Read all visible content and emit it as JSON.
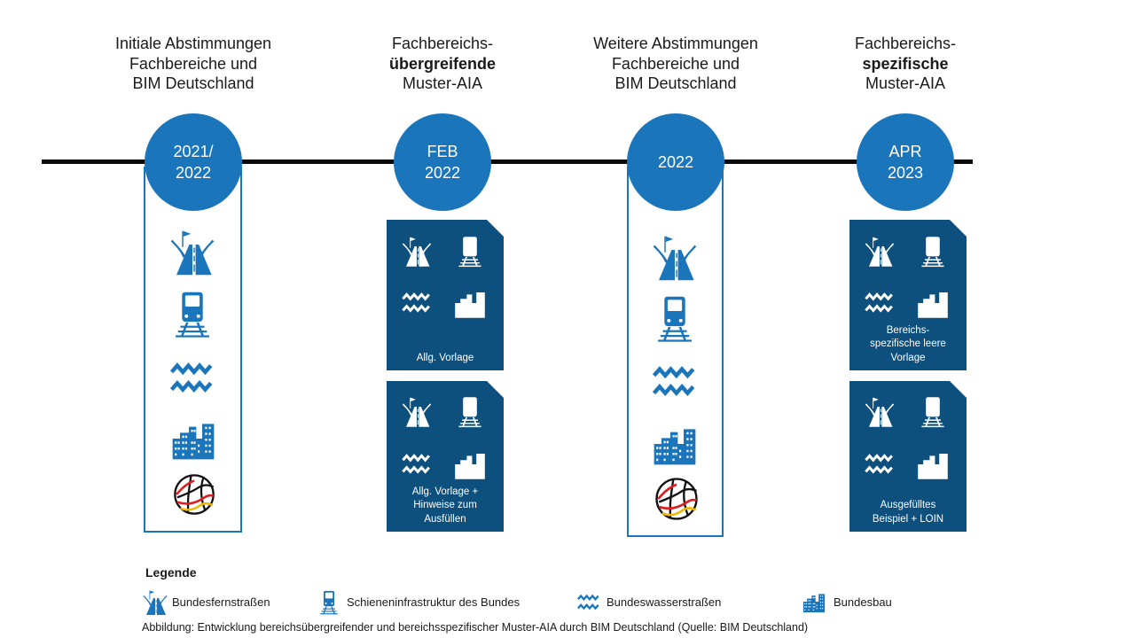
{
  "phases": [
    {
      "title_lines": [
        "Initiale Abstimmungen",
        "Fachbereiche und",
        "BIM Deutschland"
      ],
      "date": "2021/\n2022"
    },
    {
      "title_lines": [
        "Fachbereichs-",
        "übergreifende",
        "Muster-AIA"
      ],
      "bold_line": 1,
      "date": "FEB\n2022",
      "docs": [
        "Allg. Vorlage",
        "Allg. Vorlage +\nHinweise zum\nAusfüllen"
      ]
    },
    {
      "title_lines": [
        "Weitere Abstimmungen",
        "Fachbereiche und",
        "BIM Deutschland"
      ],
      "date": "2022"
    },
    {
      "title_lines": [
        "Fachbereichs-",
        "spezifische",
        "Muster-AIA"
      ],
      "bold_line": 1,
      "date": "APR\n2023",
      "docs": [
        "Bereichs-\nspezifische leere\nVorlage",
        "Ausgefülltes\nBeispiel + LOIN"
      ]
    }
  ],
  "legend": {
    "title": "Legende",
    "items": [
      {
        "icon": "road-icon",
        "label": "Bundesfernstraßen"
      },
      {
        "icon": "train-icon",
        "label": "Schieneninfrastruktur des Bundes"
      },
      {
        "icon": "waves-icon",
        "label": "Bundeswasserstraßen"
      },
      {
        "icon": "buildings-icon",
        "label": "Bundesbau"
      }
    ]
  },
  "caption": "Abbildung: Entwicklung bereichsübergreifender und bereichsspezifischer Muster-AIA durch BIM Deutschland (Quelle: BIM Deutschland)",
  "colors": {
    "accent": "#1b75bb",
    "doc": "#0d4f7d",
    "line": "#0a0a0a"
  }
}
